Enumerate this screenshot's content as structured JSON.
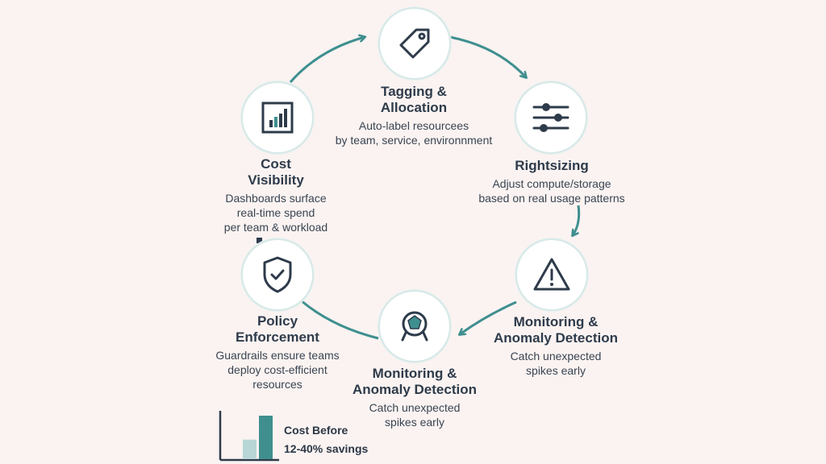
{
  "colors": {
    "accent": "#3f8f8f",
    "node_border": "#d6e8e7",
    "icon_stroke": "#2e3b4b",
    "text": "#2c3746",
    "background": "#faf3f1",
    "bar_light": "#b8d6d6",
    "bar_dark": "#3f8f8f"
  },
  "steps": [
    {
      "id": "tagging",
      "icon": "tag-icon",
      "title": [
        "Tagging &",
        "Allocation"
      ],
      "desc": [
        "Auto-label resourcees",
        "by team, service, environnment"
      ]
    },
    {
      "id": "rightsizing",
      "icon": "sliders-icon",
      "title": [
        "Rightsizing"
      ],
      "desc": [
        "Adjust compute/storage",
        "based on real usage patterns"
      ]
    },
    {
      "id": "monitoring-right",
      "icon": "warning-icon",
      "title": [
        "Monitoring &",
        "Anomaly Detection"
      ],
      "desc": [
        "Catch unexpected",
        "spikes early"
      ]
    },
    {
      "id": "monitoring-bottom",
      "icon": "radar-icon",
      "title": [
        "Monitoring &",
        "Anomaly Detection"
      ],
      "desc": [
        "Catch unexpected",
        "spikes early"
      ]
    },
    {
      "id": "policy",
      "icon": "shield-check-icon",
      "title": [
        "Policy",
        "Enforcement"
      ],
      "desc": [
        "Guardrails ensure teams",
        "deploy cost-efficient",
        "resources"
      ]
    },
    {
      "id": "visibility",
      "icon": "bar-chart-icon",
      "title": [
        "Cost",
        "Visibility"
      ],
      "desc": [
        "Dashboards surface",
        "real-time spend",
        "per team & workload"
      ]
    }
  ],
  "legend": {
    "line1": "Cost Before",
    "line2": "12-40% savings",
    "icon": "cost-bars-icon",
    "chart_data": {
      "type": "bar",
      "categories": [
        "",
        ""
      ],
      "values": [
        0.45,
        1.0
      ]
    }
  }
}
